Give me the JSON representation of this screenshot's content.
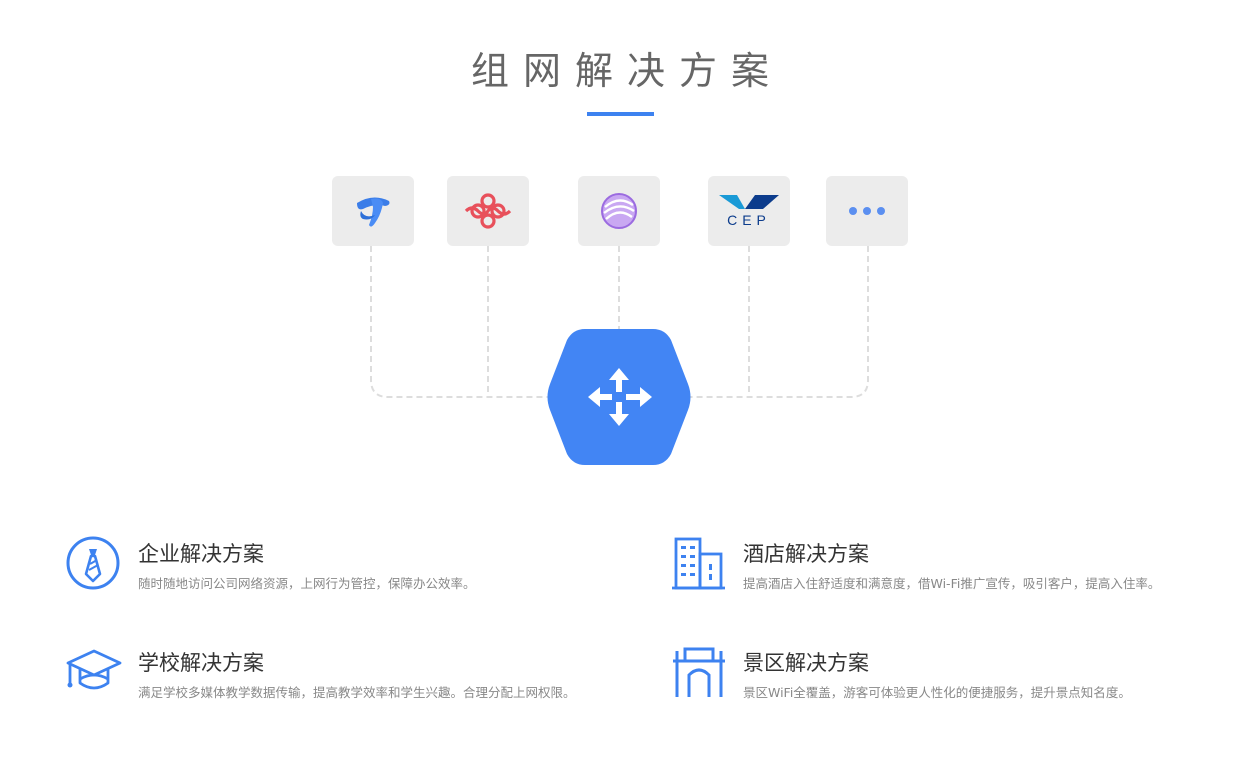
{
  "header": {
    "title": "组网解决方案"
  },
  "carriers": [
    {
      "name": "china-telecom-logo-icon",
      "color": "#3b7de8"
    },
    {
      "name": "china-unicom-logo-icon",
      "color": "#e8505b"
    },
    {
      "name": "china-mobile-logo-icon",
      "color": "#9b6be0"
    },
    {
      "name": "cep-logo-icon",
      "label": "CEP",
      "color": "#0c3c8c"
    },
    {
      "name": "more-icon",
      "color": "#5b8ff0"
    }
  ],
  "hub": {
    "icon": "router-arrows-icon",
    "color": "#4285f4"
  },
  "solutions": [
    {
      "icon": "necktie-icon",
      "title": "企业解决方案",
      "desc": "随时随地访问公司网络资源，上网行为管控，保障办公效率。"
    },
    {
      "icon": "hotel-building-icon",
      "title": "酒店解决方案",
      "desc": "提高酒店入住舒适度和满意度，借Wi-Fi推广宣传，吸引客户，提高入住率。"
    },
    {
      "icon": "graduation-cap-icon",
      "title": "学校解决方案",
      "desc": "满足学校多媒体教学数据传输，提高教学效率和学生兴趣。合理分配上网权限。"
    },
    {
      "icon": "scenic-gate-icon",
      "title": "景区解决方案",
      "desc": "景区WiFi全覆盖，游客可体验更人性化的便捷服务，提升景点知名度。"
    }
  ],
  "accent_color": "#3d82f0"
}
